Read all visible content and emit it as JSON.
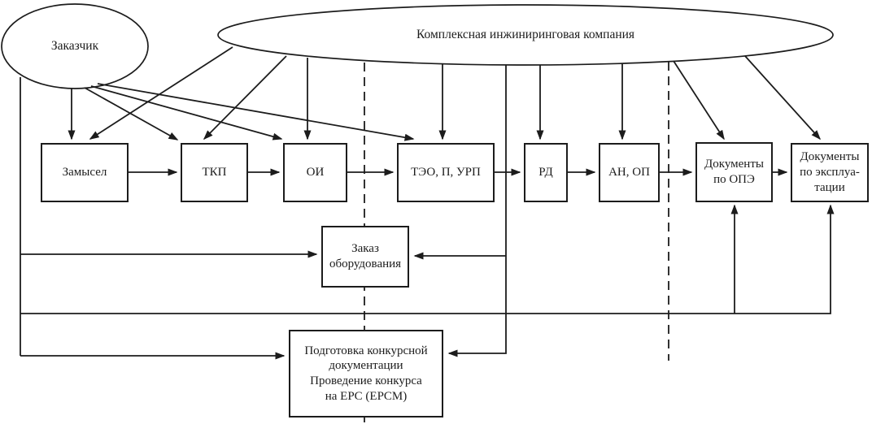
{
  "diagram": {
    "customer": {
      "label": "Заказчик"
    },
    "company": {
      "label": "Комплексная инжиниринговая компания"
    },
    "stages": {
      "zamysel": {
        "label": "Замысел"
      },
      "tkp": {
        "label": "ТКП"
      },
      "oi": {
        "label": "ОИ"
      },
      "teo": {
        "label": "ТЭО, П, УРП"
      },
      "rd": {
        "label": "РД"
      },
      "an_op": {
        "label": "АН, ОП"
      },
      "docs_ope": {
        "lines": [
          "Документы",
          "по ОПЭ"
        ]
      },
      "docs_expl": {
        "lines": [
          "Документы",
          "по эксплуа-",
          "тации"
        ]
      }
    },
    "order_box": {
      "lines": [
        "Заказ",
        "оборудования"
      ]
    },
    "tender_box": {
      "lines": [
        "Подготовка конкурсной",
        "документации",
        "Проведение конкурса",
        "на EPC (EPCM)"
      ]
    },
    "colors": {
      "line": "#1c1c1c",
      "background": "#ffffff"
    }
  }
}
